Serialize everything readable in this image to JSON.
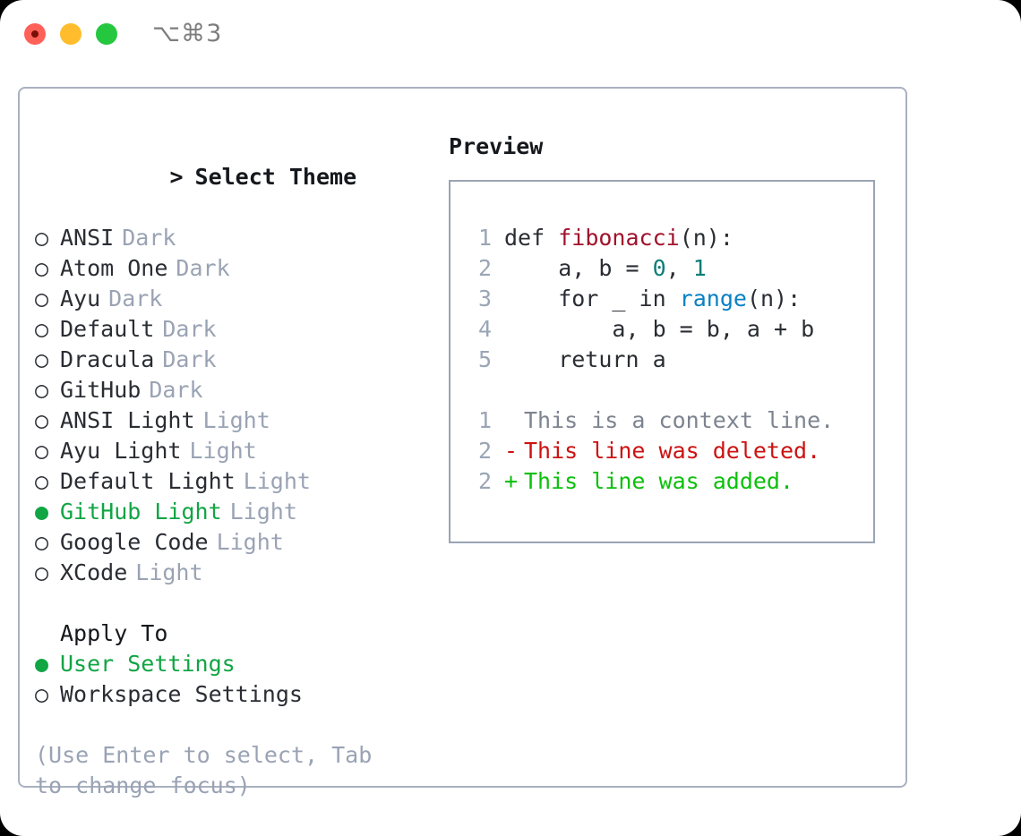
{
  "window": {
    "shortcut": "⌥⌘3",
    "traffic_lights": [
      "close-red",
      "minimize-yellow",
      "maximize-green"
    ]
  },
  "theme_picker": {
    "header": {
      "prompt": ">",
      "title": "Select Theme"
    },
    "bullets": {
      "unselected": "○",
      "selected": "●"
    },
    "items": [
      {
        "label": "ANSI",
        "variant": "Dark",
        "selected": false
      },
      {
        "label": "Atom One",
        "variant": "Dark",
        "selected": false
      },
      {
        "label": "Ayu",
        "variant": "Dark",
        "selected": false
      },
      {
        "label": "Default",
        "variant": "Dark",
        "selected": false
      },
      {
        "label": "Dracula",
        "variant": "Dark",
        "selected": false
      },
      {
        "label": "GitHub",
        "variant": "Dark",
        "selected": false
      },
      {
        "label": "ANSI Light",
        "variant": "Light",
        "selected": false
      },
      {
        "label": "Ayu Light",
        "variant": "Light",
        "selected": false
      },
      {
        "label": "Default Light",
        "variant": "Light",
        "selected": false
      },
      {
        "label": "GitHub Light",
        "variant": "Light",
        "selected": true
      },
      {
        "label": "Google Code",
        "variant": "Light",
        "selected": false
      },
      {
        "label": "XCode",
        "variant": "Light",
        "selected": false
      }
    ]
  },
  "apply_to": {
    "title": "Apply To",
    "items": [
      {
        "label": "User Settings",
        "selected": true
      },
      {
        "label": "Workspace Settings",
        "selected": false
      }
    ]
  },
  "hint": "(Use Enter to select, Tab to change focus)",
  "preview": {
    "title": "Preview",
    "code_lines": [
      {
        "number": "1",
        "tokens": [
          {
            "text": "def ",
            "kind": "plain"
          },
          {
            "text": "fibonacci",
            "kind": "func"
          },
          {
            "text": "(n):",
            "kind": "plain"
          }
        ]
      },
      {
        "number": "2",
        "tokens": [
          {
            "text": "    a, b = ",
            "kind": "plain"
          },
          {
            "text": "0",
            "kind": "num"
          },
          {
            "text": ", ",
            "kind": "plain"
          },
          {
            "text": "1",
            "kind": "num"
          }
        ]
      },
      {
        "number": "3",
        "tokens": [
          {
            "text": "    for _ in ",
            "kind": "plain"
          },
          {
            "text": "range",
            "kind": "builtin"
          },
          {
            "text": "(n):",
            "kind": "plain"
          }
        ]
      },
      {
        "number": "4",
        "tokens": [
          {
            "text": "        a, b = b, a + b",
            "kind": "plain"
          }
        ]
      },
      {
        "number": "5",
        "tokens": [
          {
            "text": "    return a",
            "kind": "plain"
          }
        ]
      }
    ],
    "diff_lines": [
      {
        "number": "1",
        "mark": " ",
        "text": "This is a context line.",
        "kind": "context"
      },
      {
        "number": "2",
        "mark": "-",
        "text": "This line was deleted.",
        "kind": "del"
      },
      {
        "number": "2",
        "mark": "+",
        "text": "This line was added.",
        "kind": "add"
      }
    ]
  },
  "colors": {
    "selected_green": "#11a544",
    "muted_gray": "#9aa3b4",
    "panel_border": "#a9b1c0",
    "preview_border": "#9aa4b4",
    "func_red": "#a0112b",
    "num_teal": "#0a7d77",
    "builtin_blue": "#0a80c4",
    "diff_del_red": "#cc1212",
    "diff_add_green": "#0cc00c"
  }
}
